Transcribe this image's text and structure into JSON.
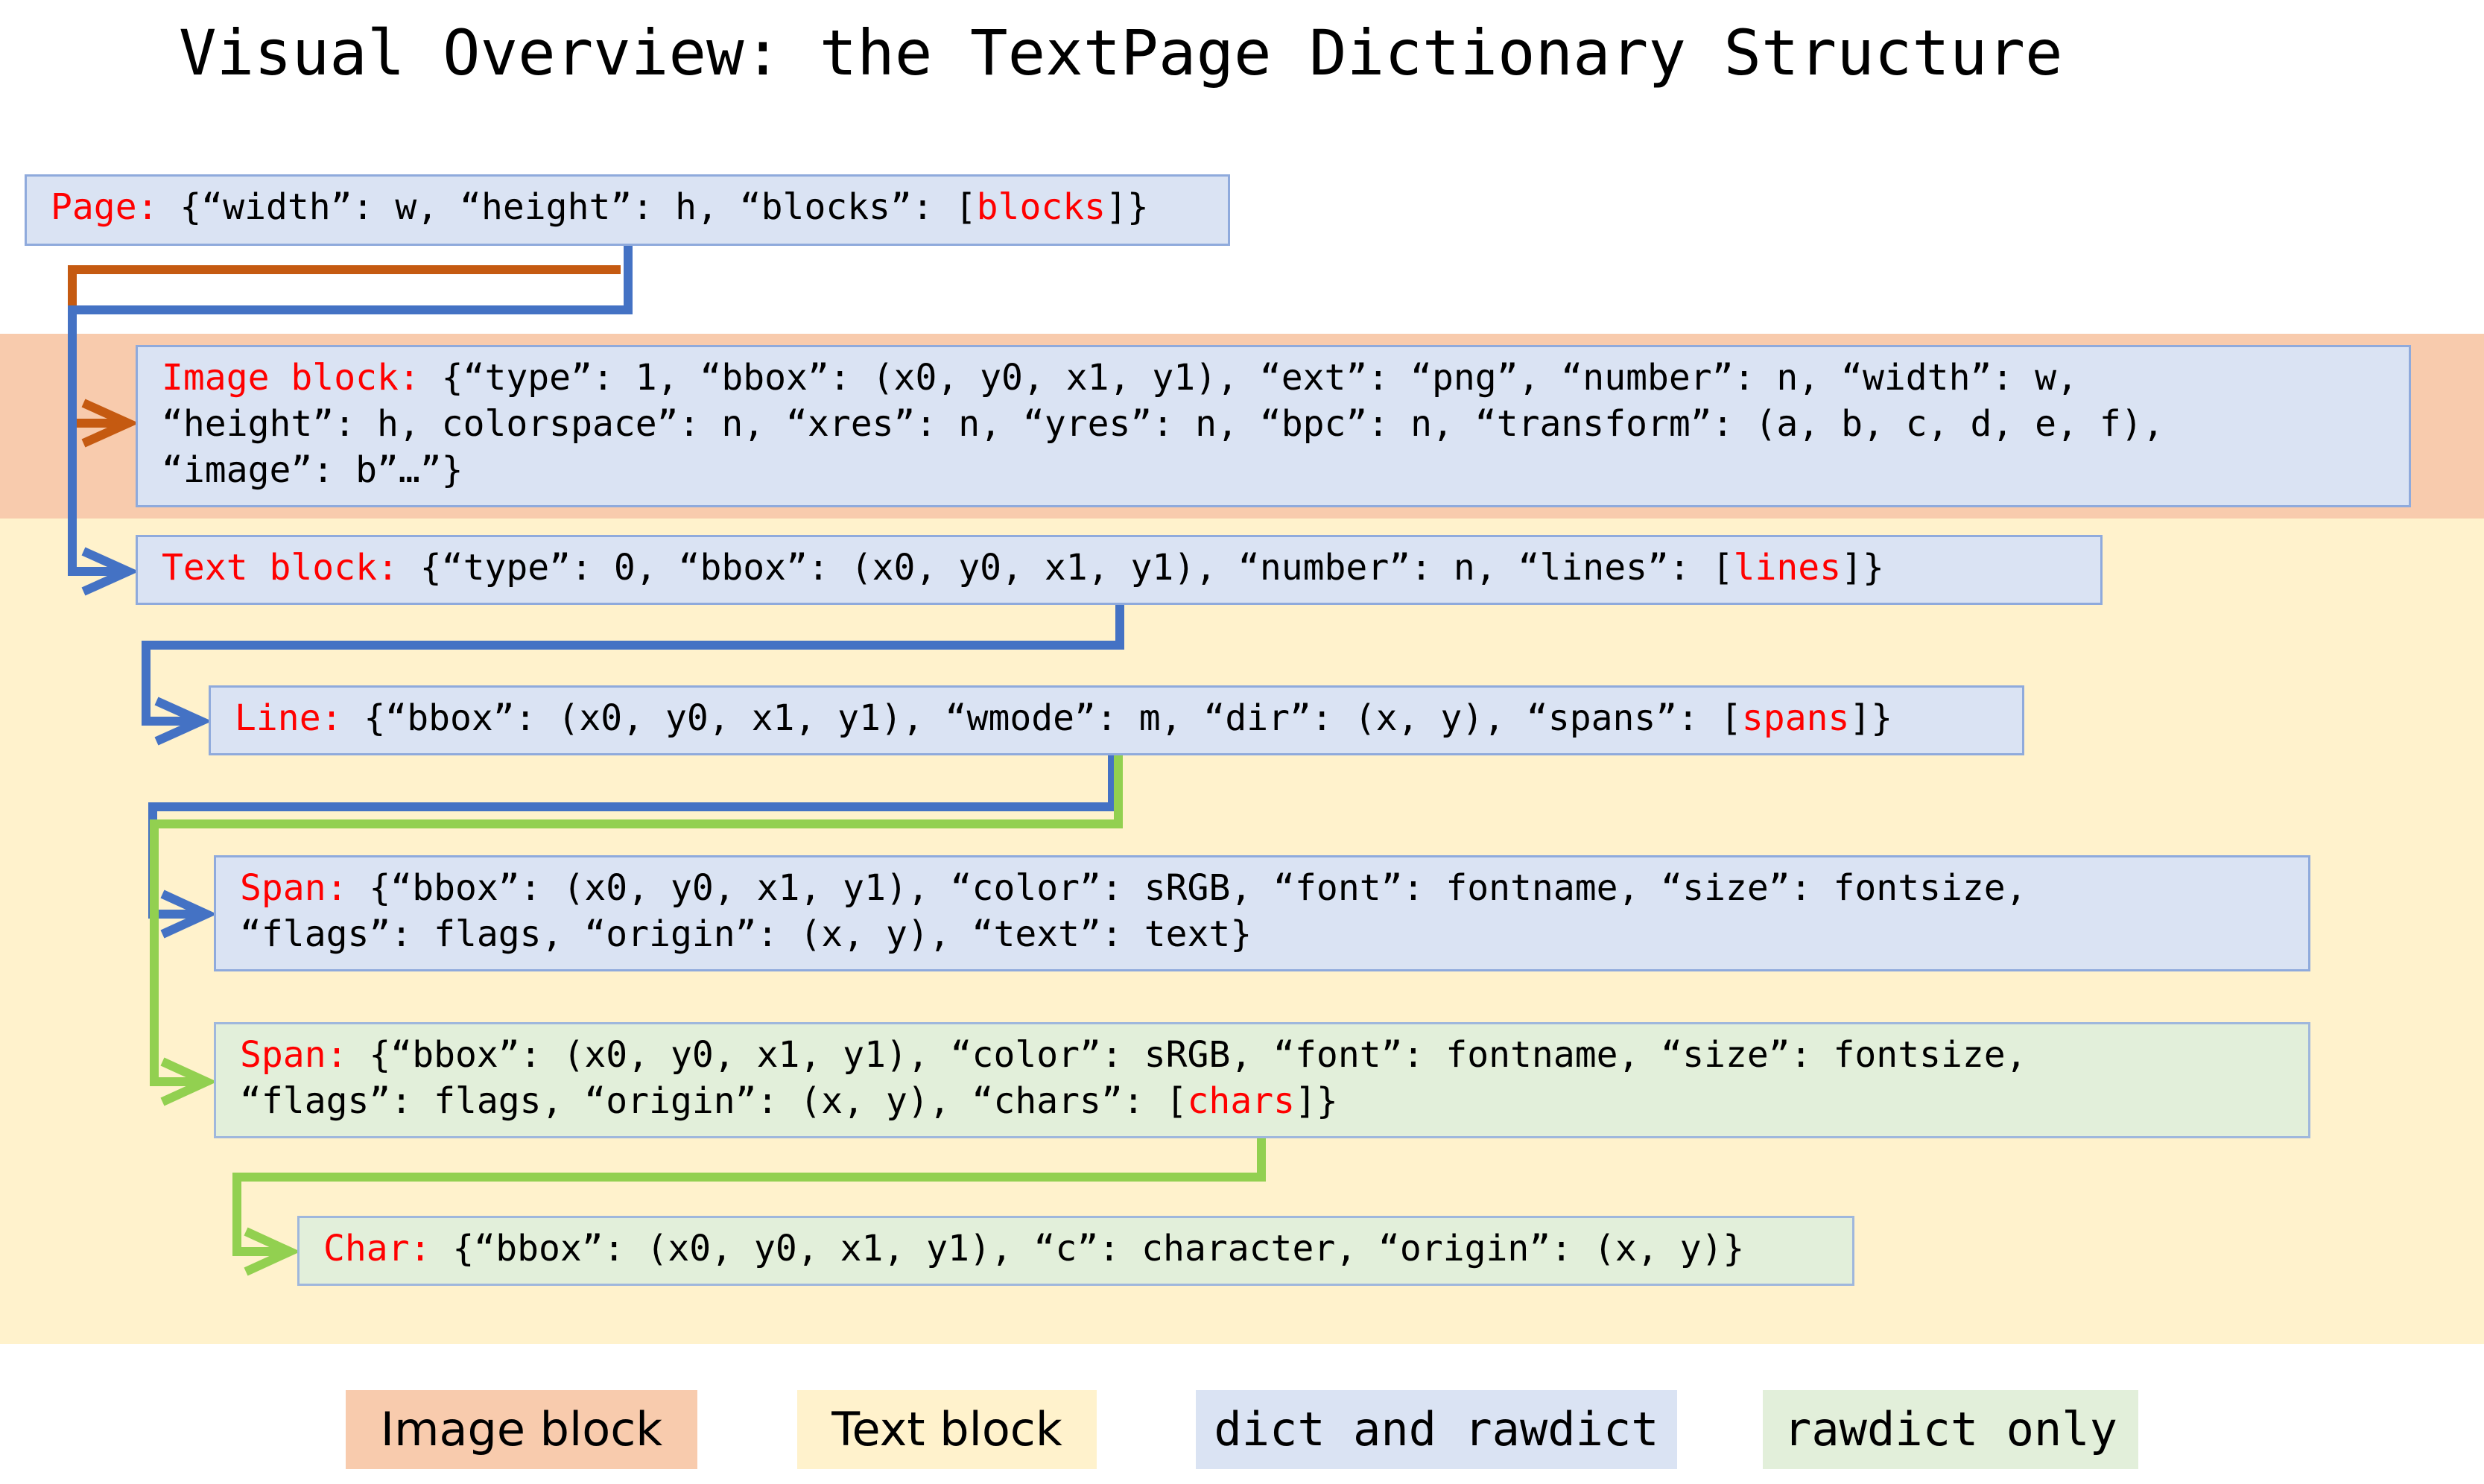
{
  "title": "Visual Overview: the TextPage Dictionary Structure",
  "colors": {
    "image_block_band": "#f8cbad",
    "text_block_band": "#fff2cc",
    "dict_and_rawdict_box": "#dae3f3",
    "rawdict_only_box": "#e2efda",
    "box_border": "#8faadc",
    "label_red": "#ff0000",
    "connector_orange": "#c55a11",
    "connector_blue": "#4472c4",
    "connector_green": "#92d050"
  },
  "boxes": {
    "page": {
      "label": "Page:",
      "line1_pre": " {“width”: w, “height”: h, “blocks”: [",
      "line1_ref": "blocks",
      "line1_post": "]}"
    },
    "image_block": {
      "label": "Image block:",
      "line1": " {“type”: 1, “bbox”: (x0, y0, x1, y1), “ext”: “png”, “number”: n, “width”: w,",
      "line2": "“height”: h, colorspace”: n, “xres”: n, “yres”: n, “bpc”: n, “transform”: (a, b, c, d, e, f),",
      "line3": "“image”: b”…”}"
    },
    "text_block": {
      "label": "Text block:",
      "line1_pre": " {“type”: 0, “bbox”: (x0, y0, x1, y1), “number”: n, “lines”: [",
      "line1_ref": "lines",
      "line1_post": "]}"
    },
    "line": {
      "label": "Line:",
      "line1_pre": " {“bbox”: (x0, y0, x1, y1), “wmode”: m, “dir”: (x, y), “spans”: [",
      "line1_ref": "spans",
      "line1_post": "]}"
    },
    "span_dict": {
      "label": "Span:",
      "line1": " {“bbox”: (x0, y0, x1, y1), “color”: sRGB, “font”: fontname, “size”: fontsize,",
      "line2": "“flags”: flags, “origin”: (x, y), “text”: text}"
    },
    "span_rawdict": {
      "label": "Span:",
      "line1": " {“bbox”: (x0, y0, x1, y1), “color”: sRGB, “font”: fontname, “size”: fontsize,",
      "line2_pre": "“flags”: flags, “origin”: (x, y), “chars”: [",
      "line2_ref": "chars",
      "line2_post": "]}"
    },
    "char": {
      "label": "Char:",
      "line1": " {“bbox”: (x0, y0, x1, y1), “c”: character, “origin”: (x, y)}"
    }
  },
  "legend": {
    "image_block": "Image block",
    "text_block": "Text block",
    "dict_and_rawdict": "dict and rawdict",
    "rawdict_only": "rawdict only"
  }
}
